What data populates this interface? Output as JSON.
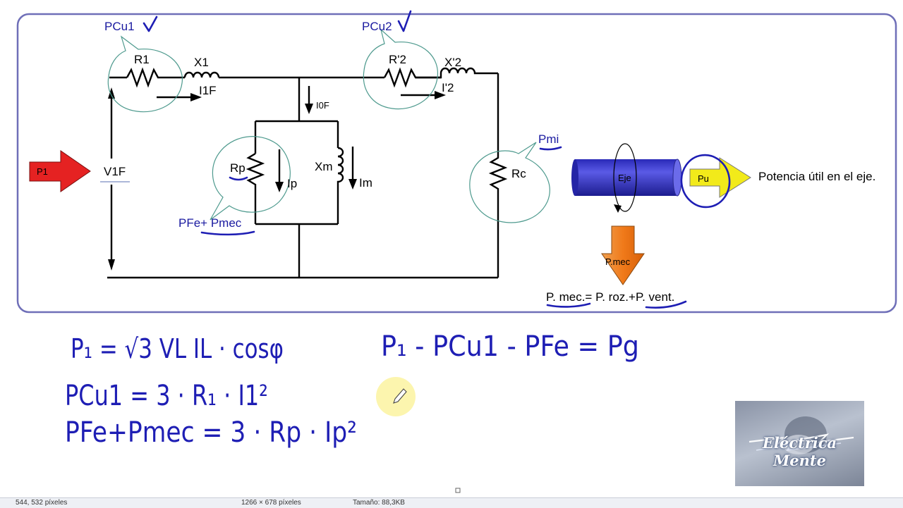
{
  "circuit": {
    "p1_arrow": "P1",
    "v1f": "V1F",
    "r1": "R1",
    "x1": "X1",
    "i1f": "I1F",
    "i0f": "I0F",
    "rp": "Rp",
    "ip": "Ip",
    "xm": "Xm",
    "im": "Im",
    "r2": "R'2",
    "x2": "X'2",
    "i2": "I'2",
    "rc": "Rc"
  },
  "annotations": {
    "pcu1": "PCu1",
    "pcu2": "PCu2",
    "pfe_pmec": "PFe+ Pmec",
    "pmi": "Pmi"
  },
  "shaft": {
    "eje": "Eje",
    "pu": "Pu",
    "potencia_util": "Potencia útil en el eje.",
    "pmec_arrow": "P.mec",
    "pmec_formula": "P. mec.= P. roz.+P. vent."
  },
  "handwritten": {
    "eq1": "P₁ = √3 VL IL · cosφ",
    "eq2": "PCu1 = 3 · R₁ · I1²",
    "eq3": "PFe+Pmec = 3 · Rp · Ip²",
    "eq4": "P₁ - PCu1 - PFe = Pg"
  },
  "watermark": {
    "logo_text": "Eléctrica Mente"
  },
  "statusbar": {
    "cursor": "544, 532 píxeles",
    "size": "1266 × 678 píxeles",
    "filesize": "Tamaño: 88,3KB"
  },
  "colors": {
    "frame": "#6f6fb8",
    "p1_arrow": "#e52222",
    "shaft": "#3434cc",
    "pu_arrow": "#f2ea1a",
    "pmec_arrow": "#f07a1a",
    "pen": "#1e1eb4",
    "bubble": "#4e9a8e"
  }
}
